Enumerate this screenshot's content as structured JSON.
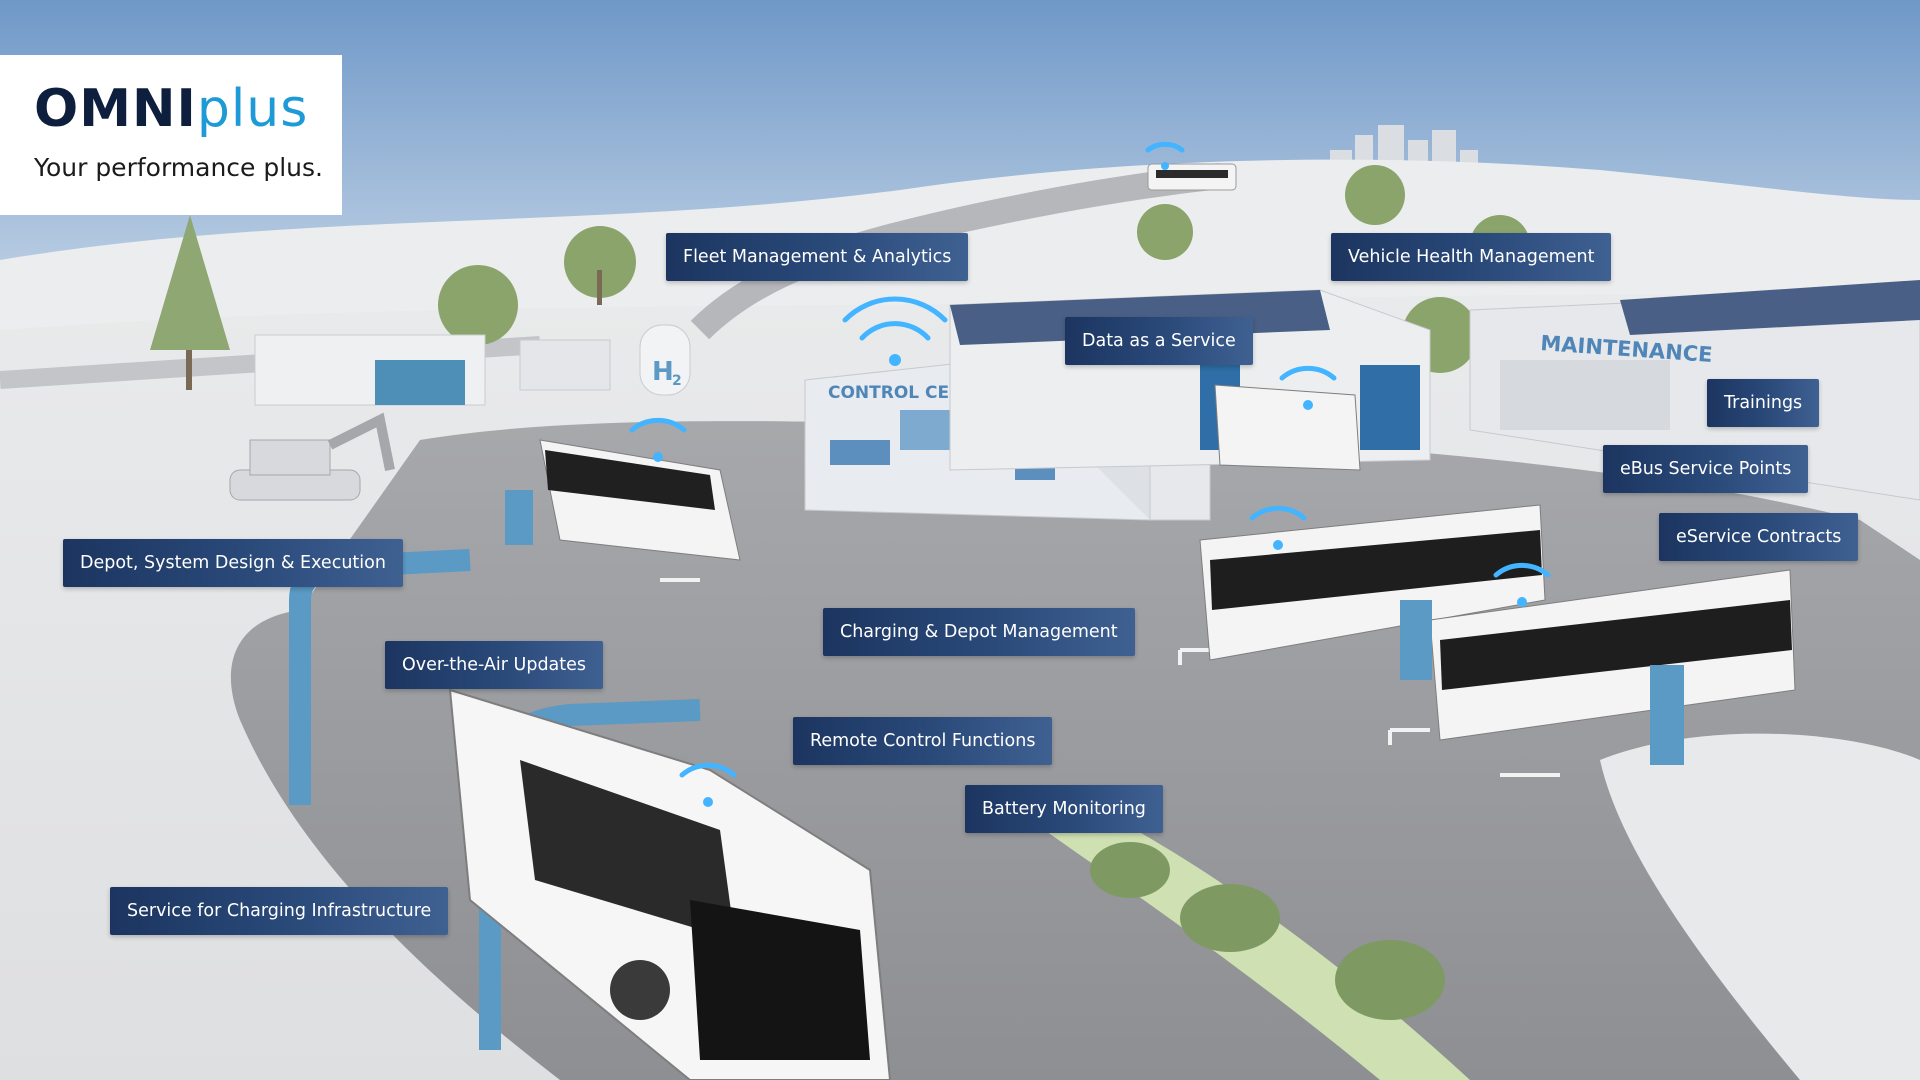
{
  "brand": {
    "name_strong": "OMNI",
    "name_light": "plus",
    "tagline": "Your performance plus."
  },
  "scene_signs": {
    "control_center": "CONTROL CENTER",
    "maintenance": "MAINTENANCE",
    "h2_letter": "H",
    "h2_sub": "2"
  },
  "labels": [
    "Fleet Management & Analytics",
    "Vehicle Health Management",
    "Data as a Service",
    "Trainings",
    "eBus Service Points",
    "eService Contracts",
    "Depot, System Design & Execution",
    "Charging & Depot Management",
    "Over-the-Air Updates",
    "Remote Control Functions",
    "Battery Monitoring",
    "Service for Charging Infrastructure"
  ],
  "colors": {
    "sky": "#6f98c8",
    "label_bg": "#1c3560",
    "brand_navy": "#0e1e3d",
    "brand_blue": "#1e9ad6",
    "accent_blue": "#5a9ac4",
    "wifi": "#43b4ff"
  }
}
